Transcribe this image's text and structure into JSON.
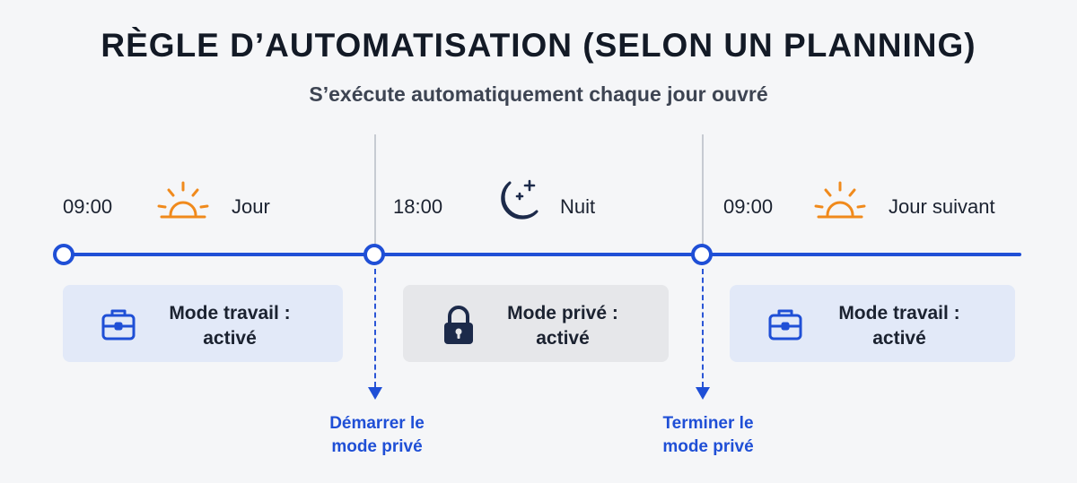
{
  "header": {
    "title": "RÈGLE D’AUTOMATISATION (SELON UN PLANNING)",
    "subtitle": "S’exécute automatiquement chaque jour ouvré"
  },
  "timeline": {
    "points": [
      {
        "time": "09:00",
        "label": "Jour",
        "icon": "sunrise-icon"
      },
      {
        "time": "18:00",
        "label": "Nuit",
        "icon": "moon-stars-icon"
      },
      {
        "time": "09:00",
        "label": "Jour suivant",
        "icon": "sunrise-icon"
      }
    ]
  },
  "cards": [
    {
      "line1": "Mode travail :",
      "line2": "activé",
      "icon": "briefcase-icon"
    },
    {
      "line1": "Mode privé :",
      "line2": "activé",
      "icon": "lock-icon"
    },
    {
      "line1": "Mode travail :",
      "line2": "activé",
      "icon": "briefcase-icon"
    }
  ],
  "actions": [
    {
      "line1": "Démarrer le",
      "line2": "mode privé"
    },
    {
      "line1": "Terminer le",
      "line2": "mode privé"
    }
  ],
  "colors": {
    "accent": "#1f4fd6",
    "sun": "#f08a1c",
    "dark_icon": "#1c2a4a",
    "work_card": "#e2e9f8",
    "private_card": "#e6e7ea"
  }
}
